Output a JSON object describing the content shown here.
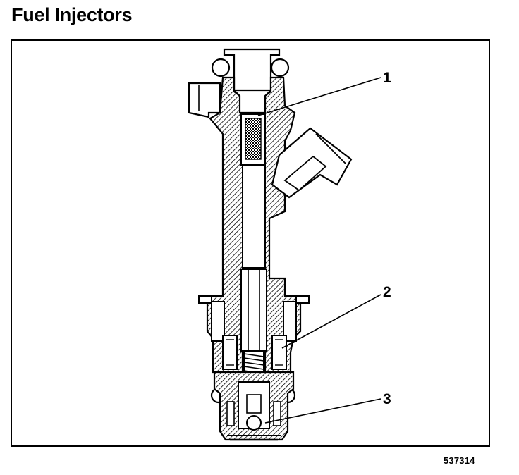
{
  "title": "Fuel Injectors",
  "figure_number": "537314",
  "callouts": [
    {
      "label": "1"
    },
    {
      "label": "2"
    },
    {
      "label": "3"
    }
  ]
}
